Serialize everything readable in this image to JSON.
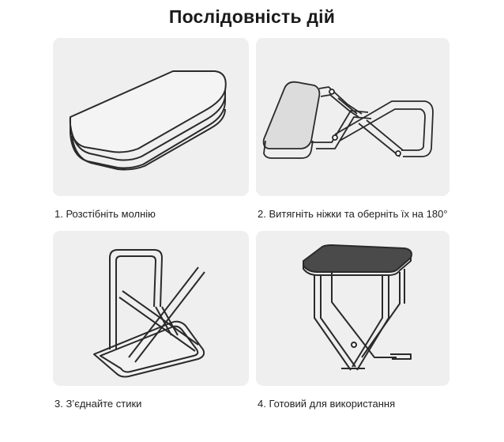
{
  "title": "Послідовність дій",
  "steps": [
    {
      "caption": "1. Розстібніть молнію",
      "icon": "folded-stool-case-icon"
    },
    {
      "caption": "2. Витягніть ніжки та оберніть їх на 180°",
      "icon": "unfolding-stool-icon"
    },
    {
      "caption": "3. З’єднайте стики",
      "icon": "connecting-frame-icon"
    },
    {
      "caption": "4. Готовий для використання",
      "icon": "assembled-stool-icon"
    }
  ],
  "colors": {
    "panel": "#efefef",
    "line": "#2a2a2a",
    "text": "#222222"
  }
}
